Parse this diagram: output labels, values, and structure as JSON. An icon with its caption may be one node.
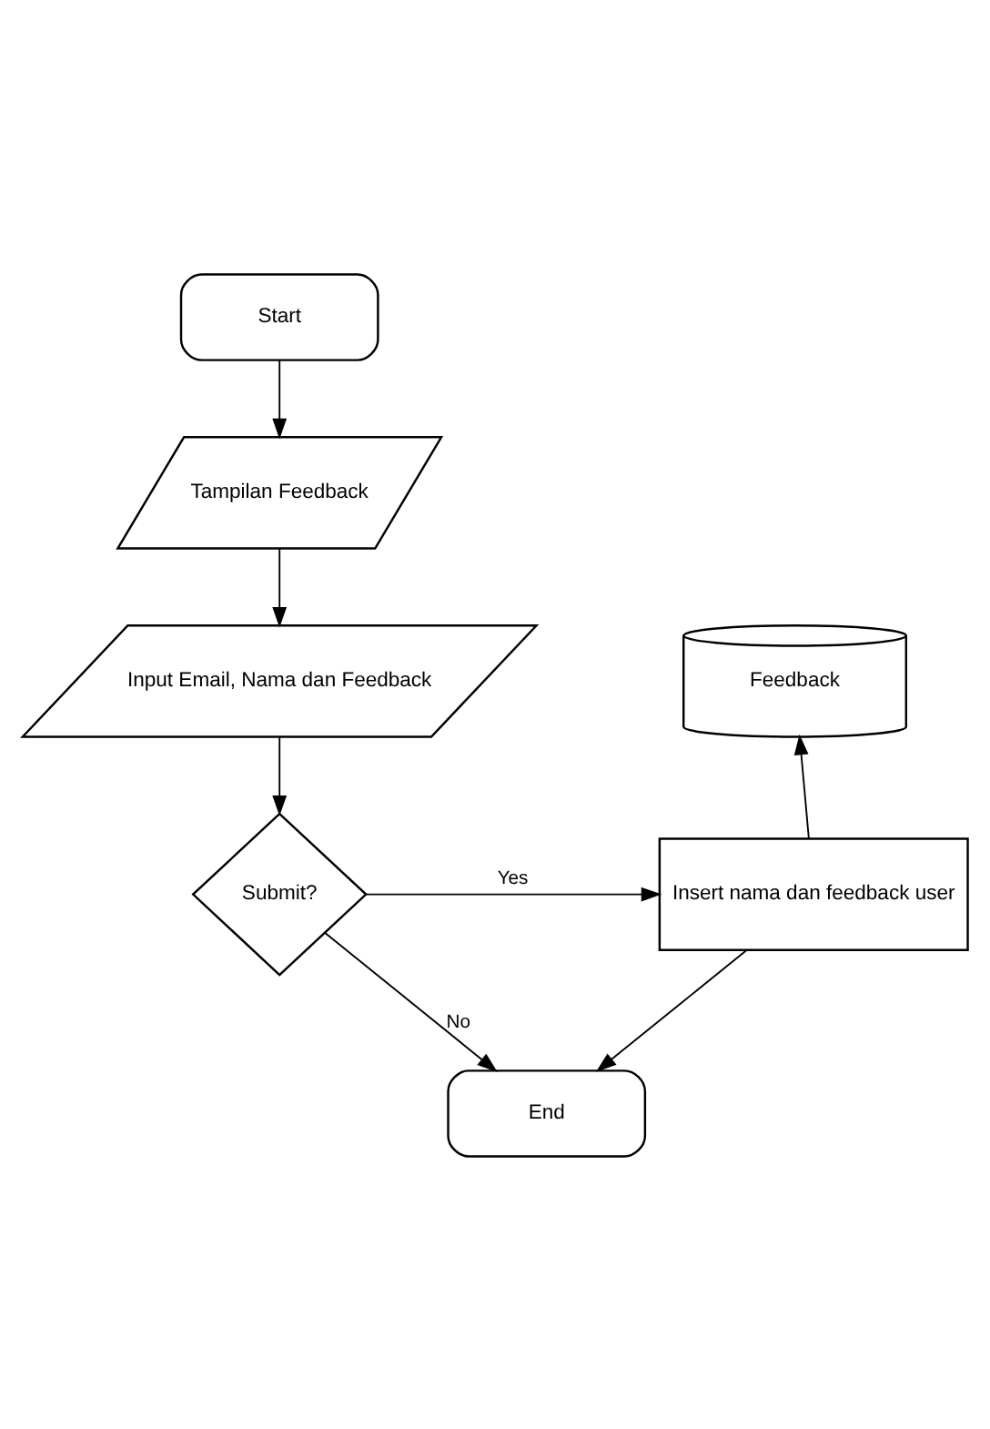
{
  "diagram": {
    "nodes": [
      {
        "text": [
          "Start"
        ]
      },
      {
        "text": [
          "Tampilan Feedback"
        ]
      },
      {
        "text": [
          "Input Email, Nama dan Feedback"
        ]
      },
      {
        "text": [
          "Submit?"
        ]
      },
      {
        "text": [
          "Insert nama dan feedback user"
        ]
      },
      {
        "text": [
          "Feedback"
        ]
      },
      {
        "text": [
          "End"
        ]
      }
    ],
    "edges": [
      {
        "from": 0,
        "to": 1,
        "arrow": "to"
      },
      {
        "from": 1,
        "to": 2,
        "arrow": "to"
      },
      {
        "from": 2,
        "to": 3,
        "arrow": "to"
      },
      {
        "from": 3,
        "to": 4,
        "arrow": "to",
        "label": "Yes"
      },
      {
        "from": 4,
        "to": 5,
        "arrow": "to"
      },
      {
        "from": 3,
        "to": 6,
        "arrow": "to",
        "label": "No"
      },
      {
        "from": 4,
        "to": 6,
        "arrow": "to"
      }
    ]
  }
}
